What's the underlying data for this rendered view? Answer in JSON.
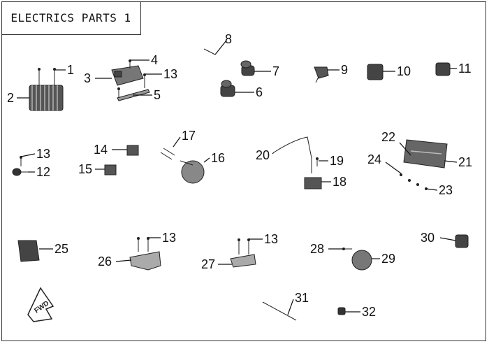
{
  "title": "ELECTRICS PARTS 1",
  "callouts": [
    "1",
    "2",
    "3",
    "4",
    "13",
    "5",
    "8",
    "7",
    "6",
    "9",
    "10",
    "11",
    "13",
    "12",
    "14",
    "15",
    "17",
    "16",
    "20",
    "19",
    "18",
    "22",
    "24",
    "21",
    "23",
    "25",
    "13",
    "26",
    "13",
    "27",
    "28",
    "29",
    "30",
    "31",
    "32"
  ],
  "badge_text": "FWD"
}
